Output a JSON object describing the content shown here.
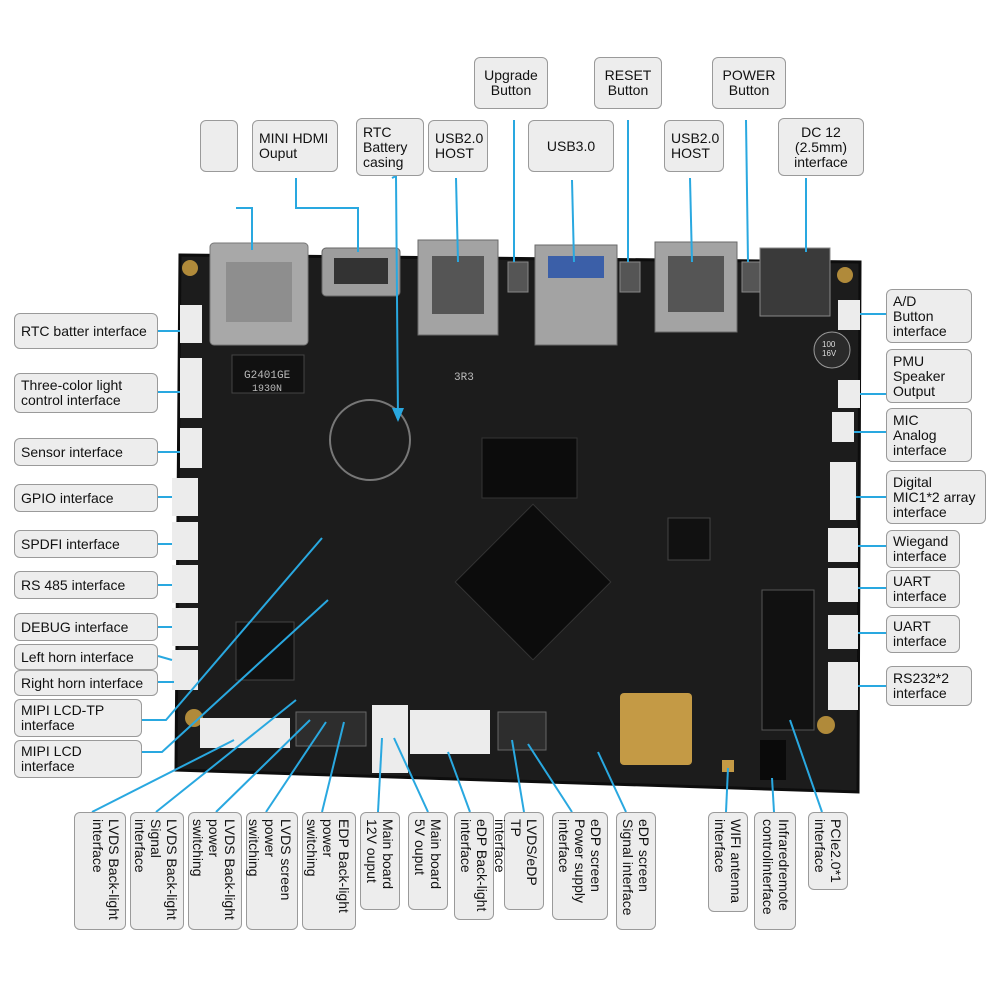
{
  "labels": {
    "upgrade_button": "Upgrade\nButton",
    "reset_button": "RESET\nButton",
    "power_button": "POWER\nButton",
    "mini_hdmi": "MINI HDMI\nOuput",
    "rtc_battery_casing": "RTC\nBattery\ncasing",
    "usb20_host_left": "USB2.0\nHOST",
    "usb30": "USB3.0",
    "usb20_host_right": "USB2.0\nHOST",
    "dc12": "DC 12\n(2.5mm)\ninterface",
    "rtc_batter_interface": "RTC batter interface",
    "three_color_light": "Three-color light\ncontrol interface",
    "sensor_interface": "Sensor  interface",
    "gpio_interface": "GPIO  interface",
    "spdfi_interface": "SPDFI  interface",
    "rs485_interface": "RS 485 interface",
    "debug_interface": "DEBUG interface",
    "left_horn": "Left horn interface",
    "right_horn": "Right horn interface",
    "mipi_lcd_tp": "MIPI  LCD-TP\ninterface",
    "mipi_lcd": "MIPI  LCD\ninterface",
    "ad_button": "A/D\nButton\ninterface",
    "pmu_speaker": "PMU\nSpeaker\nOutput",
    "mic_analog": "MIC\nAnalog\ninterface",
    "digital_mic": "Digital\nMIC1*2 array\ninterface",
    "wiegand": "Wiegand\ninterface",
    "uart1": "UART\ninterface",
    "uart2": "UART\ninterface",
    "rs232": "RS232*2\ninterface",
    "lvds_backlight_if": "LVDS Back-light\ninterface",
    "lvds_backlight_signal": "LVDS Back-light\nSignal\ninterface",
    "lvds_backlight_power": "LVDS Back-light\npower\nswitching",
    "lvds_screen_power": "LVDS screen\npower\nswitching",
    "edp_backlight_power": "EDP Back-light\npower\nswitching",
    "main_12v": "Main board\n12V ouput",
    "main_5v": "Main board\n5V ouput",
    "edp_backlight_if": "eDP Back-light\ninterface",
    "lvds_edp_tp": "LVDS/eDP TP\ninterface",
    "edp_screen_power": "eDP screen\nPower supply\ninterface",
    "edp_screen_signal": "eDP screen\nSignal interface",
    "wifi_antenna": "WIFI antenna\ninterface",
    "infrared_remote": "Infraredremote\ncontrolinterface",
    "pcie": "PCIe2.0*1\ninterface"
  },
  "board_text": {
    "chip_marking": "G2401GE",
    "chip_marking2": "1930N",
    "inductor_code": "3R3",
    "cap_marking": "100\n16V"
  },
  "colors": {
    "board": "#1c1c1c",
    "leader": "#29a8e0",
    "label_bg": "#ededed"
  }
}
